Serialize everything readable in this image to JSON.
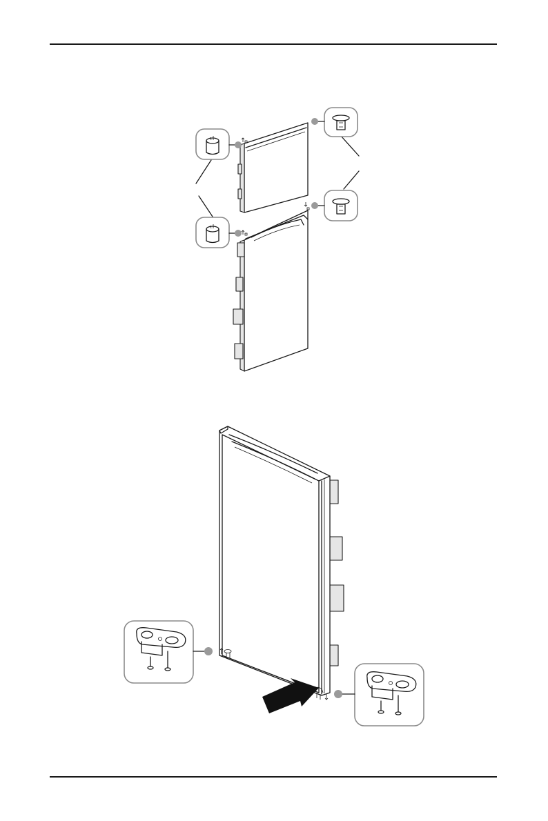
{
  "page": {
    "title": "",
    "text": []
  },
  "figures": [
    {
      "id": "upper-figure",
      "parts": [
        "freezer-door",
        "refrigerator-door",
        "hinge-cap-callouts",
        "hinge-pin-callouts"
      ]
    },
    {
      "id": "lower-figure",
      "parts": [
        "refrigerator-door-front",
        "lower-hinge-bracket-callouts",
        "direction-arrow"
      ]
    }
  ],
  "colors": {
    "line": "#1a1a1a",
    "callout_border": "#8a8a8a",
    "marker_dot": "#9a9a9a",
    "arrow": "#111111"
  }
}
